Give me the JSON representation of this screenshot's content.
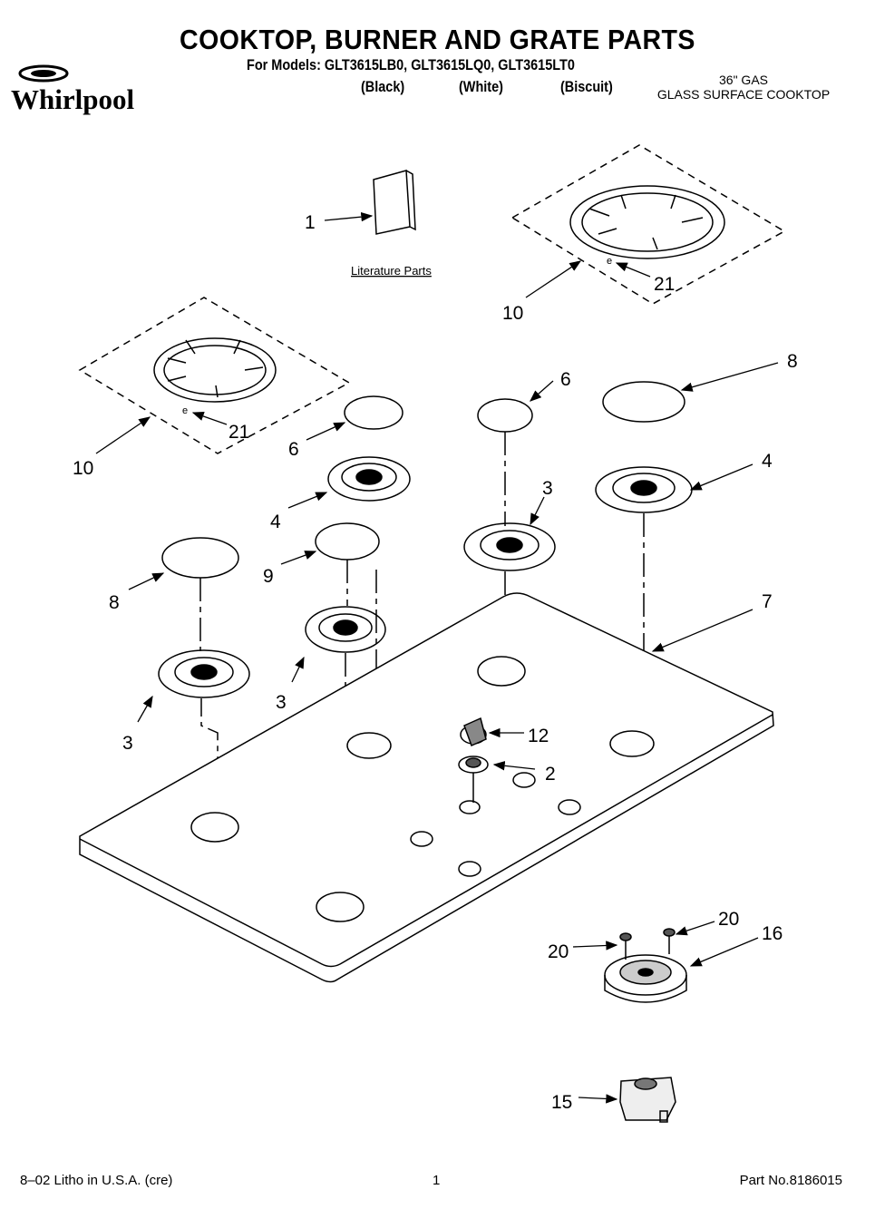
{
  "header": {
    "title": "COOKTOP, BURNER AND GRATE PARTS",
    "models": "For Models: GLT3615LB0, GLT3615LQ0, GLT3615LT0",
    "colors": [
      "(Black)",
      "(White)",
      "(Biscuit)"
    ],
    "product_line1": "36\" GAS",
    "product_line2": "GLASS SURFACE COOKTOP",
    "logo": "Whirlpool"
  },
  "diagram": {
    "literature_label": "Literature Parts",
    "callouts": [
      "1",
      "21",
      "10",
      "21",
      "10",
      "6",
      "6",
      "8",
      "4",
      "4",
      "3",
      "9",
      "8",
      "7",
      "3",
      "3",
      "12",
      "2",
      "20",
      "20",
      "16",
      "15"
    ],
    "seal_mark": "e"
  },
  "footer": {
    "litho": "8–02 Litho in U.S.A. (cre)",
    "page": "1",
    "part_no": "Part No.8186015"
  }
}
